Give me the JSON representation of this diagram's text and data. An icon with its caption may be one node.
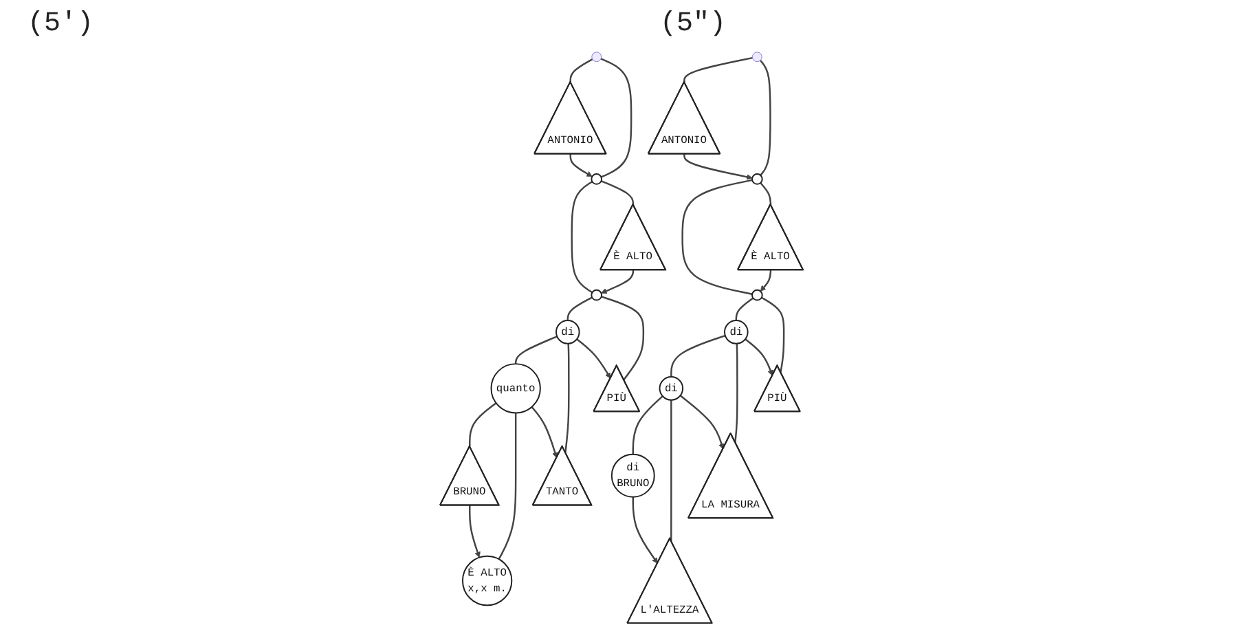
{
  "diagram": {
    "nodes": [
      {
        "text": [],
        "shape": "point"
      },
      {
        "text": [
          "ANTONIO"
        ]
      },
      {
        "text": [],
        "shape": "circle"
      },
      {
        "text": [],
        "shape": "circle"
      },
      {
        "text": [
          "È ALTO"
        ]
      },
      {
        "text": [
          "di"
        ]
      },
      {
        "text": [
          "PIÙ"
        ]
      },
      {
        "text": [
          "quanto"
        ]
      },
      {
        "text": [
          "TANTO"
        ]
      },
      {
        "text": [
          "BRUNO"
        ]
      },
      {
        "text": [
          "È ALTO",
          "x,x m."
        ]
      },
      {
        "text": [],
        "shape": "point"
      },
      {
        "text": [
          "ANTONIO"
        ]
      },
      {
        "text": [],
        "shape": "circle"
      },
      {
        "text": [],
        "shape": "circle"
      },
      {
        "text": [
          "È ALTO"
        ]
      },
      {
        "text": [
          "di"
        ]
      },
      {
        "text": [
          "PIÙ"
        ]
      },
      {
        "text": [
          "di"
        ]
      },
      {
        "text": [
          "LA MISURA"
        ]
      },
      {
        "text": [
          "di",
          "BRUNO"
        ]
      },
      {
        "text": [
          "L'ALTEZZA"
        ]
      }
    ],
    "edges": [
      {
        "from": 0,
        "to": 1,
        "arrow": "none"
      },
      {
        "from": 0,
        "to": 2,
        "arrow": "none"
      },
      {
        "from": 2,
        "to": 3,
        "arrow": "none"
      },
      {
        "from": 2,
        "to": 4,
        "arrow": "none"
      },
      {
        "from": 3,
        "to": 5,
        "arrow": "none"
      },
      {
        "from": 3,
        "to": 6,
        "arrow": "none"
      },
      {
        "from": 5,
        "to": 7,
        "arrow": "none"
      },
      {
        "from": 5,
        "to": 8,
        "arrow": "none"
      },
      {
        "from": 7,
        "to": 9,
        "arrow": "none"
      },
      {
        "from": 7,
        "to": 10,
        "arrow": "none"
      },
      {
        "from": 1,
        "to": 2,
        "arrow": "to"
      },
      {
        "from": 4,
        "to": 3,
        "arrow": "to"
      },
      {
        "from": 5,
        "to": 6,
        "arrow": "to"
      },
      {
        "from": 7,
        "to": 8,
        "arrow": "to"
      },
      {
        "from": 9,
        "to": 10,
        "arrow": "to"
      },
      {
        "from": 11,
        "to": 12,
        "arrow": "none"
      },
      {
        "from": 11,
        "to": 13,
        "arrow": "none"
      },
      {
        "from": 13,
        "to": 14,
        "arrow": "none"
      },
      {
        "from": 13,
        "to": 15,
        "arrow": "none"
      },
      {
        "from": 14,
        "to": 16,
        "arrow": "none"
      },
      {
        "from": 14,
        "to": 17,
        "arrow": "none"
      },
      {
        "from": 16,
        "to": 18,
        "arrow": "none"
      },
      {
        "from": 16,
        "to": 19,
        "arrow": "none"
      },
      {
        "from": 18,
        "to": 20,
        "arrow": "none"
      },
      {
        "from": 18,
        "to": 21,
        "arrow": "none"
      },
      {
        "from": 12,
        "to": 13,
        "arrow": "to"
      },
      {
        "from": 15,
        "to": 14,
        "arrow": "to"
      },
      {
        "from": 16,
        "to": 17,
        "arrow": "to"
      },
      {
        "from": 18,
        "to": 19,
        "arrow": "to"
      },
      {
        "from": 20,
        "to": 21,
        "arrow": "to"
      }
    ],
    "labels": [
      "(5')",
      "(5\")"
    ]
  }
}
